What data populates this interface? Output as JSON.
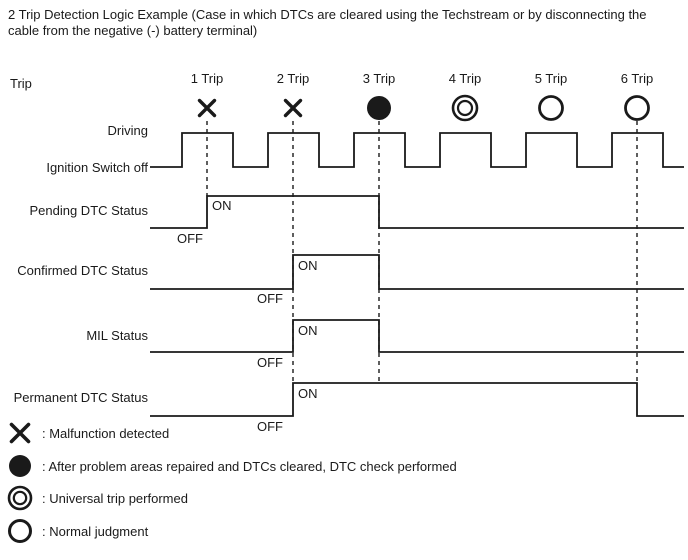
{
  "title": "2 Trip Detection Logic Example (Case in which DTCs are cleared using the Techstream or by disconnecting the cable from the negative (-) battery terminal)",
  "colors": {
    "line": "#1a1a1a",
    "text": "#1a1a1a",
    "background": "#ffffff"
  },
  "trip_row": {
    "axis_label": "Trip",
    "trips": [
      {
        "label": "1 Trip",
        "symbol": "malfunction-x"
      },
      {
        "label": "2 Trip",
        "symbol": "malfunction-x"
      },
      {
        "label": "3 Trip",
        "symbol": "dtc-check-filled-circle"
      },
      {
        "label": "4 Trip",
        "symbol": "universal-trip-double-circle"
      },
      {
        "label": "5 Trip",
        "symbol": "normal-judgment-open-circle"
      },
      {
        "label": "6 Trip",
        "symbol": "normal-judgment-open-circle"
      }
    ]
  },
  "signals": {
    "driving_label": "Driving",
    "ignition_label": "Ignition Switch off",
    "rows": [
      {
        "label": "Pending DTC Status",
        "on_label": "ON",
        "off_label": "OFF",
        "on_from_trip": 1,
        "off_at_trip": 3
      },
      {
        "label": "Confirmed DTC Status",
        "on_label": "ON",
        "off_label": "OFF",
        "on_from_trip": 2,
        "off_at_trip": 3
      },
      {
        "label": "MIL Status",
        "on_label": "ON",
        "off_label": "OFF",
        "on_from_trip": 2,
        "off_at_trip": 3
      },
      {
        "label": "Permanent DTC Status",
        "on_label": "ON",
        "off_label": "OFF",
        "on_from_trip": 2,
        "off_at_trip": 6
      }
    ],
    "dashed_reference_trips": [
      1,
      2,
      3,
      6
    ]
  },
  "legend": [
    {
      "symbol": "malfunction-x",
      "text": ": Malfunction detected"
    },
    {
      "symbol": "dtc-check-filled-circle",
      "text": ": After problem areas repaired and DTCs cleared, DTC check performed"
    },
    {
      "symbol": "universal-trip-double-circle",
      "text": ": Universal trip performed"
    },
    {
      "symbol": "normal-judgment-open-circle",
      "text": ": Normal judgment"
    }
  ]
}
